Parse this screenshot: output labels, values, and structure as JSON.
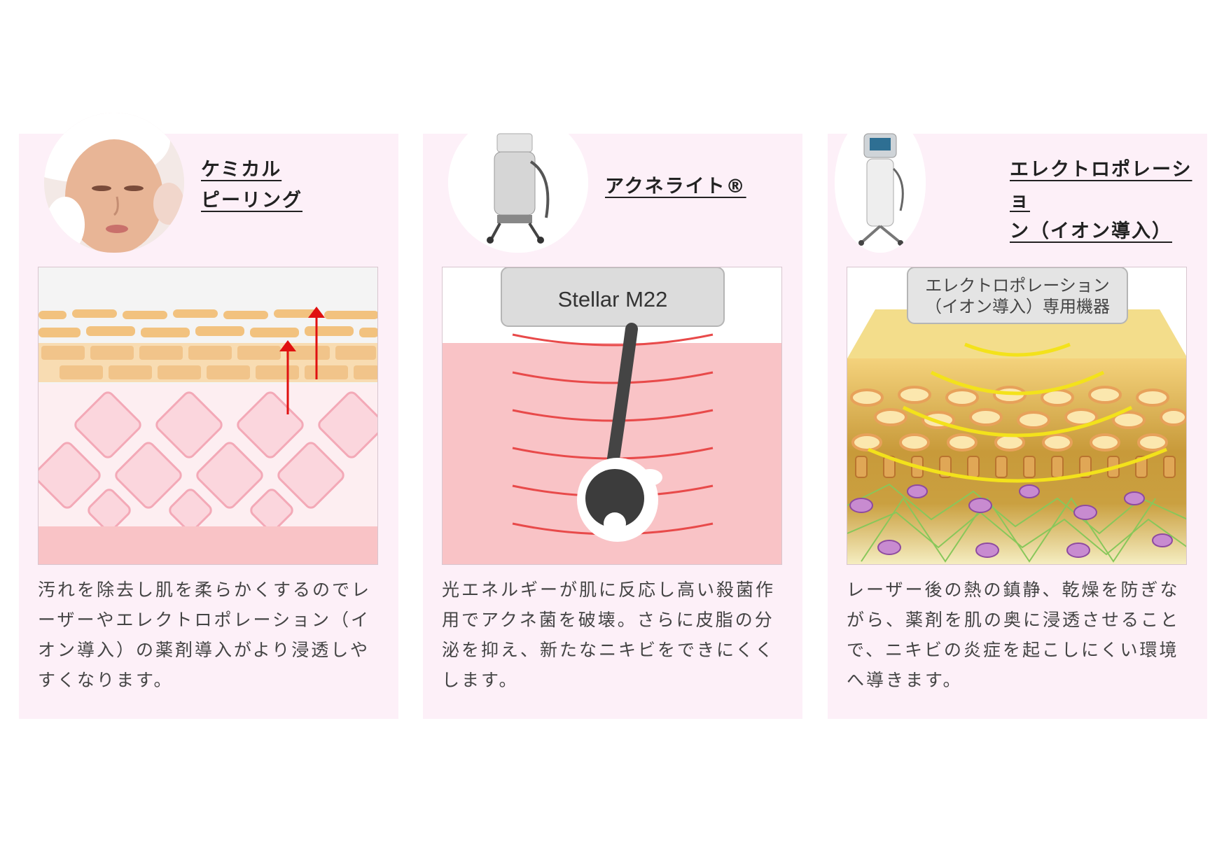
{
  "cards": [
    {
      "title_lines": [
        "ケミカル",
        "ピーリング"
      ],
      "description": "汚れを除去し肌を柔らかくするのでレーザーやエレクトロポレーション（イオン導入）の薬剤導入がより浸透しやすくなります。"
    },
    {
      "title_lines": [
        "アクネライト®"
      ],
      "device_label": "Stellar M22",
      "description": "光エネルギーが肌に反応し高い殺菌作用でアクネ菌を破壊。さらに皮脂の分泌を抑え、新たなニキビをできにくくします。"
    },
    {
      "title_lines": [
        "エレクトロポレーショ",
        "ン（イオン導入）"
      ],
      "device_label_lines": [
        "エレクトロポレーション",
        "（イオン導入）専用機器"
      ],
      "description": "レーザー後の熱の鎮静、乾燥を防ぎながら、薬剤を肌の奥に浸透させることで、ニキビの炎症を起こしにくい環境へ導きます。"
    }
  ],
  "colors": {
    "card_bg": "#fdf0f8",
    "skin_pink": "#f9c3c6",
    "cell_orange": "#f2c27f",
    "arrow_red": "#e01010",
    "light_red": "#e84a4a",
    "wave_yellow": "#f3e21b"
  },
  "icons": [
    "face-treatment-photo",
    "acnelight-device-photo",
    "electroporation-device-photo"
  ]
}
